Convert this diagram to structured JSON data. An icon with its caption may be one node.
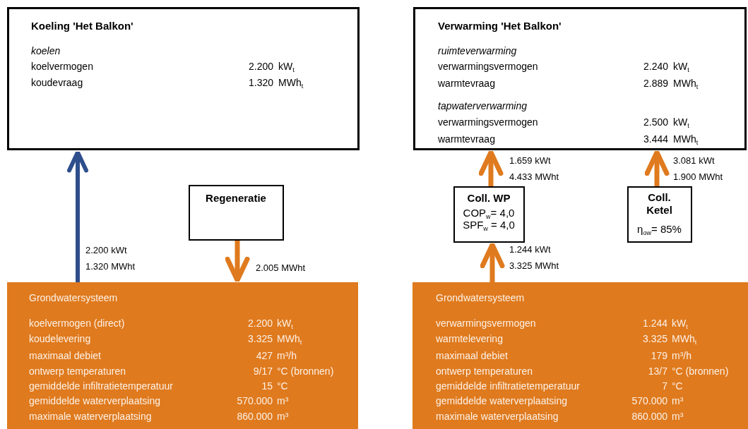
{
  "diagram": {
    "nodes": [
      {
        "text": [
          "Koeling 'Het Balkon'",
          "koelen",
          "koelvermogen",
          "2.200",
          "kW$_{t}$",
          "koudevraag",
          "1.320",
          "MWh$_{t}$"
        ]
      },
      {
        "text": [
          "Regeneratie"
        ]
      },
      {
        "text": [
          "Grondwatersysteem",
          "koelvermogen (direct)",
          "2.200",
          "kW$_{t}$",
          "koudelevering",
          "3.325",
          "MWh$_{t}$",
          "maximaal debiet",
          "427",
          "m³/h",
          "ontwerp temperaturen",
          "9/17",
          "°C (bronnen)",
          "gemiddelde infiltratietemperatuur",
          "15",
          "°C",
          "gemiddelde waterverplaatsing",
          "570.000",
          "m³",
          "maximale waterverplaatsing",
          "860.000",
          "m³"
        ]
      },
      {
        "text": [
          "Verwarming 'Het Balkon'",
          "ruimteverwarming",
          "verwarmingsvermogen",
          "2.240",
          "kW$_{t}$",
          "warmtevraag",
          "2.889",
          "MWh$_{t}$",
          "tapwaterverwarming",
          "verwarmingsvermogen",
          "2.500",
          "kW$_{t}$",
          "warmtevraag",
          "3.444",
          "MWh$_{t}$"
        ]
      },
      {
        "text": [
          "Coll. WP",
          "COP$_{w}$= 4,0",
          "SPF$_{w}$ = 4,0"
        ]
      },
      {
        "text": [
          "Coll. Ketel",
          "η$_{ow}$= 85%"
        ]
      },
      {
        "text": [
          "Grondwatersysteem",
          "verwarmingsvermogen",
          "1.244",
          "kW$_{t}$",
          "warmtelevering",
          "3.325",
          "MWh$_{t}$",
          "maximaal debiet",
          "179",
          "m³/h",
          "ontwerp temperaturen",
          "13/7",
          "°C (bronnen)",
          "gemiddelde infiltratietemperatuur",
          "7",
          "°C",
          "gemiddelde waterverplaatsing",
          "570.000",
          "m³",
          "maximale waterverplaatsing",
          "860.000",
          "m³"
        ]
      }
    ],
    "edges": [
      {
        "from": 2,
        "to": 0,
        "arrow": "to",
        "label": "2.200 kWt 1.320 MWht",
        "color": "#2f4e8c"
      },
      {
        "from": 1,
        "to": 2,
        "arrow": "to",
        "label": "2.005 MWht"
      },
      {
        "from": 4,
        "to": 3,
        "arrow": "to",
        "label": "1.659 kWt 4.433 MWht"
      },
      {
        "from": 5,
        "to": 3,
        "arrow": "to",
        "label": "3.081 kWt 1.900 MWht"
      },
      {
        "from": 6,
        "to": 4,
        "arrow": "to",
        "label": "1.244 kWt 3.325 MWht"
      }
    ]
  }
}
